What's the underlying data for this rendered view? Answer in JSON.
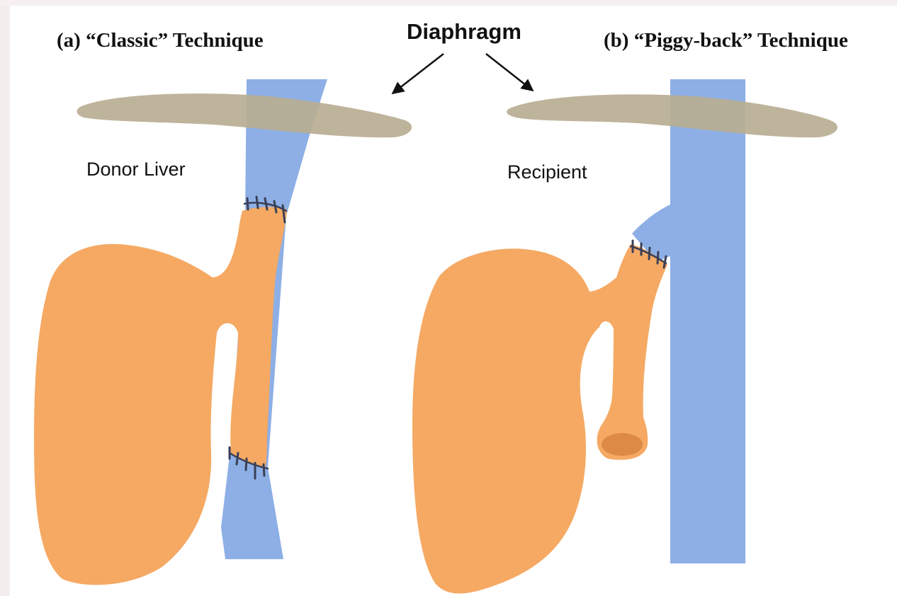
{
  "labels": {
    "classic_title": "(a) “Classic” Technique",
    "piggyback_title": "(b) “Piggy-back” Technique",
    "diaphragm": "Diaphragm",
    "donor_liver": "Donor Liver",
    "recipient": "Recipient"
  },
  "colors": {
    "liver": "#F5A963",
    "vena_cava": "#8DAFE6",
    "diaphragm": "#B9AE93",
    "suture": "#3A3F55",
    "cut_lumen": "#DC8A45",
    "border_tint": "#F3EDEE"
  }
}
